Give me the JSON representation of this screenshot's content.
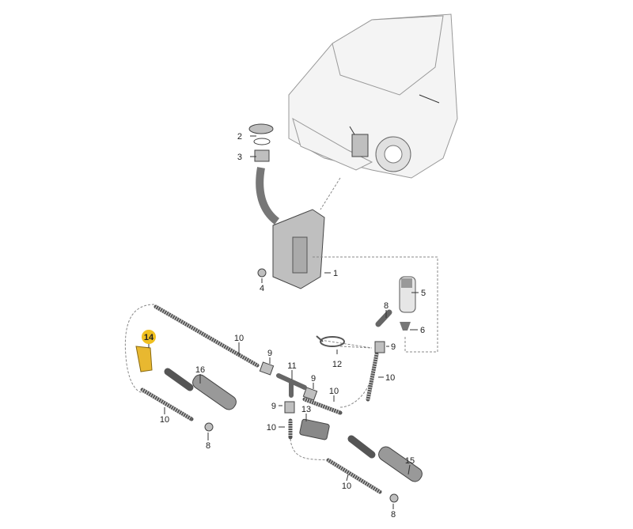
{
  "diagram": {
    "highlight_color": "#f0c020",
    "labels": [
      {
        "id": "label-2",
        "text": "2"
      },
      {
        "id": "label-3",
        "text": "3"
      },
      {
        "id": "label-1",
        "text": "1"
      },
      {
        "id": "label-4",
        "text": "4"
      },
      {
        "id": "label-5",
        "text": "5"
      },
      {
        "id": "label-6",
        "text": "6"
      },
      {
        "id": "label-8a",
        "text": "8"
      },
      {
        "id": "label-9a",
        "text": "9"
      },
      {
        "id": "label-12",
        "text": "12"
      },
      {
        "id": "label-10a",
        "text": "10"
      },
      {
        "id": "label-10b",
        "text": "10"
      },
      {
        "id": "label-9b",
        "text": "9"
      },
      {
        "id": "label-11",
        "text": "11"
      },
      {
        "id": "label-9c",
        "text": "9"
      },
      {
        "id": "label-10c",
        "text": "10"
      },
      {
        "id": "label-9d",
        "text": "9"
      },
      {
        "id": "label-10d",
        "text": "10"
      },
      {
        "id": "label-13",
        "text": "13"
      },
      {
        "id": "label-16",
        "text": "16"
      },
      {
        "id": "label-10e",
        "text": "10"
      },
      {
        "id": "label-8b",
        "text": "8"
      },
      {
        "id": "label-15",
        "text": "15"
      },
      {
        "id": "label-10f",
        "text": "10"
      },
      {
        "id": "label-8c",
        "text": "8"
      }
    ],
    "highlighted_label": "14"
  }
}
